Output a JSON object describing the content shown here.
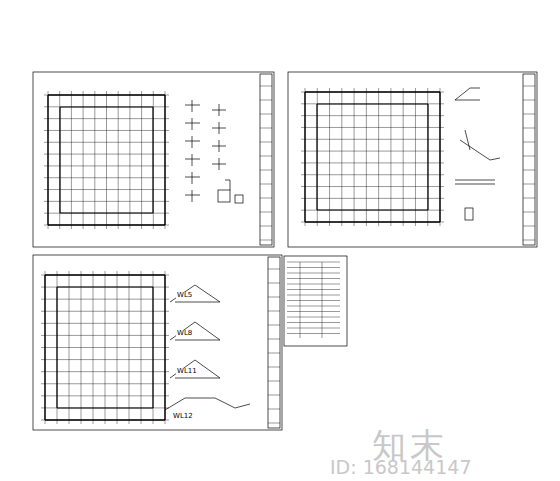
{
  "diagram": {
    "labels": [
      "WL5",
      "WL8",
      "WL11",
      "WL12",
      "知末",
      "ID: 168144147"
    ]
  }
}
